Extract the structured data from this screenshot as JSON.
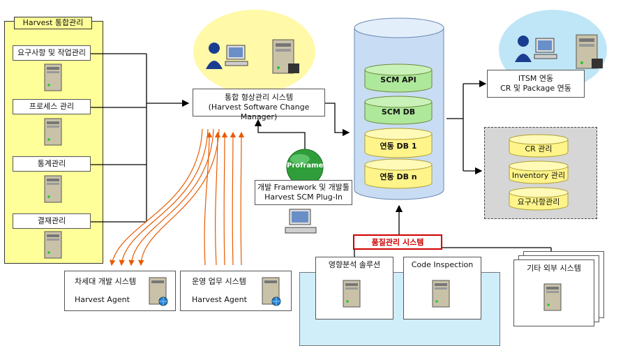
{
  "harvest_panel": {
    "title": "Harvest 통합관리",
    "items": [
      "요구사항 및 작업관리",
      "프로세스 관리",
      "통계관리",
      "결재관리"
    ]
  },
  "central_system": {
    "line1": "통합 형상관리 시스템",
    "line2": "(Harvest Software Change Manager)"
  },
  "proframe": {
    "badge": "Proframe",
    "line1": "개발 Framework 및 개발툴",
    "line2": "Harvest SCM Plug-In"
  },
  "database": {
    "layers": [
      "SCM API",
      "SCM DB",
      "연동 DB 1",
      "연동 DB n"
    ]
  },
  "itsm": {
    "line1": "ITSM 연동",
    "line2": "CR 및 Package 연동"
  },
  "side_db": {
    "items": [
      "CR 관리",
      "Inventory 관리",
      "요구사항관리"
    ]
  },
  "quality": {
    "title": "품질관리 시스템",
    "tools": [
      "영향분석 솔루션",
      "Code Inspection",
      "기타 외부 시스템"
    ]
  },
  "agents": [
    {
      "title": "차세대 개발 시스템",
      "agent": "Harvest Agent"
    },
    {
      "title": "운영 업무 시스템",
      "agent": "Harvest Agent"
    }
  ],
  "colors": {
    "panel_yellow": "#ffff99",
    "halo_yellow": "#fff9a8",
    "halo_blue": "#bfe6f7",
    "db_blue": "#c8dcf4",
    "layer_green": "#aee89a",
    "layer_yellow": "#fff48a",
    "quality_red": "#d00000",
    "quality_bg": "#cfeefa",
    "arrow_orange": "#e85a00",
    "proframe_green": "#2f9e3a"
  }
}
